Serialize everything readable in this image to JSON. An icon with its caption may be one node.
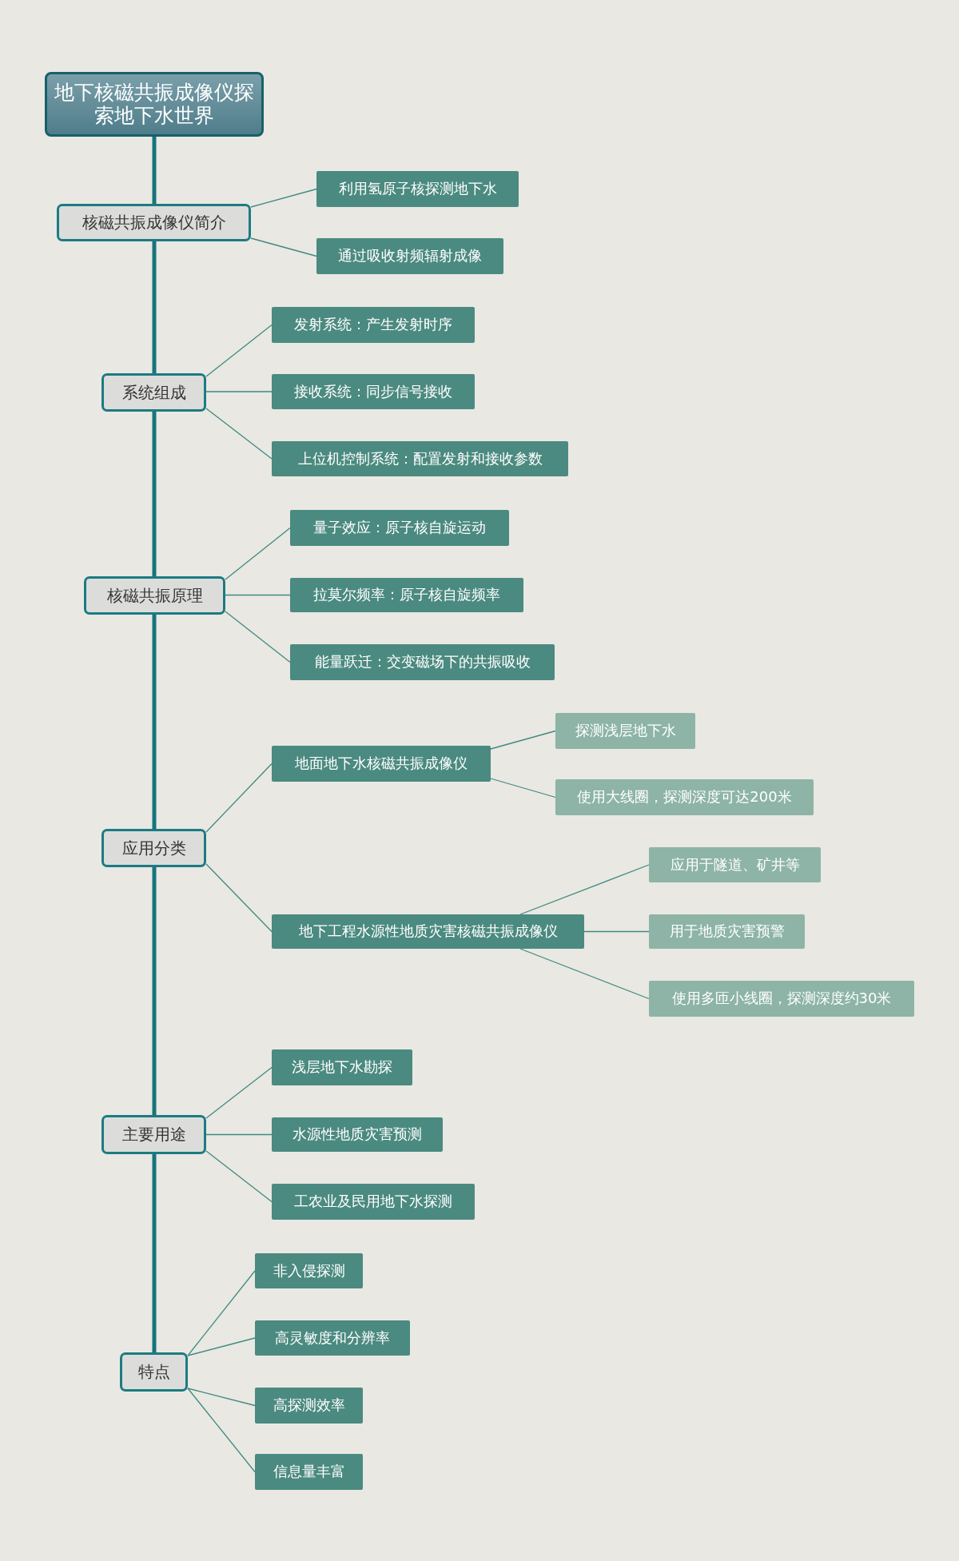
{
  "diagram": {
    "nodes": [
      {
        "text": [
          "地下核磁共振成像仪探索地下水世界"
        ]
      },
      {
        "text": [
          "核磁共振成像仪简介"
        ]
      },
      {
        "text": [
          "利用氢原子核探测地下水"
        ]
      },
      {
        "text": [
          "通过吸收射频辐射成像"
        ]
      },
      {
        "text": [
          "系统组成"
        ]
      },
      {
        "text": [
          "发射系统：产生发射时序"
        ]
      },
      {
        "text": [
          "接收系统：同步信号接收"
        ]
      },
      {
        "text": [
          "上位机控制系统：配置发射和接收参数"
        ]
      },
      {
        "text": [
          "核磁共振原理"
        ]
      },
      {
        "text": [
          "量子效应：原子核自旋运动"
        ]
      },
      {
        "text": [
          "拉莫尔频率：原子核自旋频率"
        ]
      },
      {
        "text": [
          "能量跃迁：交变磁场下的共振吸收"
        ]
      },
      {
        "text": [
          "应用分类"
        ]
      },
      {
        "text": [
          "地面地下水核磁共振成像仪"
        ]
      },
      {
        "text": [
          "探测浅层地下水"
        ]
      },
      {
        "text": [
          "使用大线圈，探测深度可达200米"
        ]
      },
      {
        "text": [
          "地下工程水源性地质灾害核磁共振成像仪"
        ]
      },
      {
        "text": [
          "应用于隧道、矿井等"
        ]
      },
      {
        "text": [
          "用于地质灾害预警"
        ]
      },
      {
        "text": [
          "使用多匝小线圈，探测深度约30米"
        ]
      },
      {
        "text": [
          "主要用途"
        ]
      },
      {
        "text": [
          "浅层地下水勘探"
        ]
      },
      {
        "text": [
          "水源性地质灾害预测"
        ]
      },
      {
        "text": [
          "工农业及民用地下水探测"
        ]
      },
      {
        "text": [
          "特点"
        ]
      },
      {
        "text": [
          "非入侵探测"
        ]
      },
      {
        "text": [
          "高灵敏度和分辨率"
        ]
      },
      {
        "text": [
          "高探测效率"
        ]
      },
      {
        "text": [
          "信息量丰富"
        ]
      }
    ],
    "edges": [
      {
        "from": 0,
        "to": 1,
        "arrow": "none",
        "style": "thick",
        "color": "#17747c"
      },
      {
        "from": 1,
        "to": 4,
        "arrow": "none",
        "style": "thick",
        "color": "#17747c"
      },
      {
        "from": 4,
        "to": 8,
        "arrow": "none",
        "style": "thick",
        "color": "#17747c"
      },
      {
        "from": 8,
        "to": 12,
        "arrow": "none",
        "style": "thick",
        "color": "#17747c"
      },
      {
        "from": 12,
        "to": 20,
        "arrow": "none",
        "style": "thick",
        "color": "#17747c"
      },
      {
        "from": 20,
        "to": 24,
        "arrow": "none",
        "style": "thick",
        "color": "#17747c"
      },
      {
        "from": 1,
        "to": 2,
        "arrow": "none"
      },
      {
        "from": 1,
        "to": 3,
        "arrow": "none"
      },
      {
        "from": 4,
        "to": 5,
        "arrow": "none"
      },
      {
        "from": 4,
        "to": 6,
        "arrow": "none"
      },
      {
        "from": 4,
        "to": 7,
        "arrow": "none"
      },
      {
        "from": 8,
        "to": 9,
        "arrow": "none"
      },
      {
        "from": 8,
        "to": 10,
        "arrow": "none"
      },
      {
        "from": 8,
        "to": 11,
        "arrow": "none"
      },
      {
        "from": 12,
        "to": 13,
        "arrow": "none"
      },
      {
        "from": 12,
        "to": 16,
        "arrow": "none"
      },
      {
        "from": 13,
        "to": 14,
        "arrow": "none"
      },
      {
        "from": 13,
        "to": 15,
        "arrow": "none"
      },
      {
        "from": 16,
        "to": 17,
        "arrow": "none"
      },
      {
        "from": 16,
        "to": 18,
        "arrow": "none"
      },
      {
        "from": 16,
        "to": 19,
        "arrow": "none"
      },
      {
        "from": 20,
        "to": 21,
        "arrow": "none"
      },
      {
        "from": 20,
        "to": 22,
        "arrow": "none"
      },
      {
        "from": 20,
        "to": 23,
        "arrow": "none"
      },
      {
        "from": 24,
        "to": 25,
        "arrow": "none"
      },
      {
        "from": 24,
        "to": 26,
        "arrow": "none"
      },
      {
        "from": 24,
        "to": 27,
        "arrow": "none"
      },
      {
        "from": 24,
        "to": 28,
        "arrow": "none"
      }
    ]
  }
}
